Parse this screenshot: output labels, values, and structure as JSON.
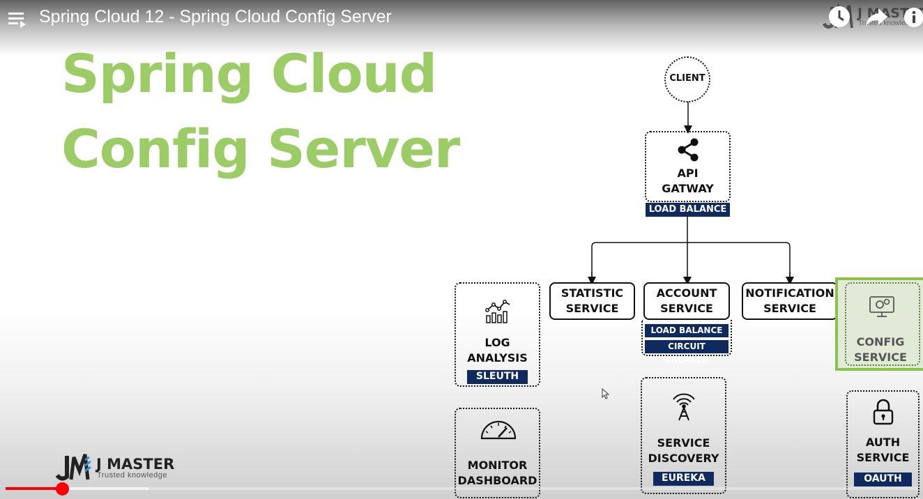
{
  "player": {
    "video_title": "Spring Cloud 12 - Spring Cloud Config Server",
    "channel_logo_text": "J MASTER",
    "channel_logo_tagline": "Trusted knowledge",
    "watch_progress_fraction": 0.06,
    "buffered_fraction": 0.16
  },
  "slide": {
    "title_line1": "Spring Cloud",
    "title_line2": "Config Server",
    "title_color": "#9ccc65",
    "tag_color": "#0f2a5f",
    "highlight_color": "#8bc34a"
  },
  "diagram": {
    "client": "CLIENT",
    "api_gateway": {
      "line1": "API",
      "line2": "GATWAY",
      "tag": "LOAD BALANCE"
    },
    "statistic": {
      "line1": "STATISTIC",
      "line2": "SERVICE"
    },
    "account": {
      "line1": "ACCOUNT",
      "line2": "SERVICE",
      "tag1": "LOAD BALANCE",
      "tag2": "CIRCUIT BREAKER"
    },
    "notification": {
      "line1": "NOTIFICATION",
      "line2": "SERVICE"
    },
    "config": {
      "line1": "CONFIG",
      "line2": "SERVICE"
    },
    "log": {
      "line1": "LOG",
      "line2": "ANALYSIS",
      "tag": "SLEUTH"
    },
    "monitor": {
      "line1": "MONITOR",
      "line2": "DASHBOARD"
    },
    "discovery": {
      "line1": "SERVICE",
      "line2": "DISCOVERY",
      "tag": "EUREKA"
    },
    "auth": {
      "line1": "AUTH",
      "line2": "SERVICE",
      "tag": "OAUTH"
    }
  },
  "icons": [
    "playlist-icon",
    "watch-later-icon",
    "share-icon",
    "info-icon",
    "share-nodes-icon",
    "chart-icon",
    "gauge-icon",
    "antenna-icon",
    "gear-monitor-icon",
    "lock-icon",
    "mouse-cursor-icon"
  ]
}
